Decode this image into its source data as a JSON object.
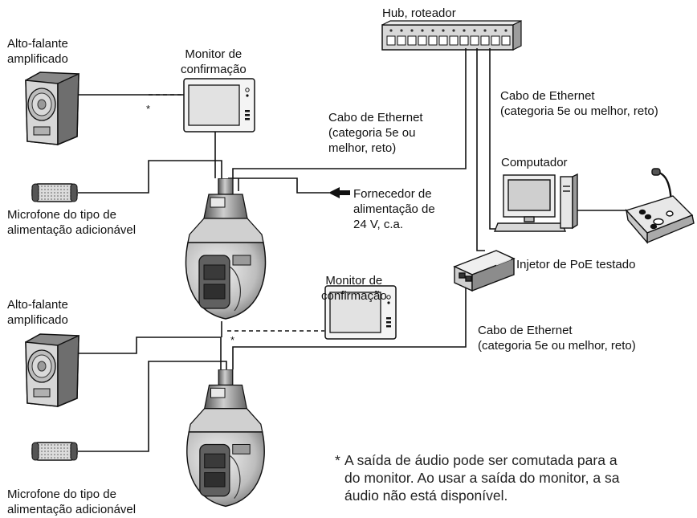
{
  "labels": {
    "hub": "Hub, roteador",
    "speaker_top": [
      "Alto-falante",
      "amplificado"
    ],
    "monitor_top": [
      "Monitor de",
      "confirmação"
    ],
    "ethernet_hub_right": [
      "Cabo de Ethernet",
      "(categoria 5e ou melhor, reto)"
    ],
    "ethernet_camera_top": [
      "Cabo de Ethernet",
      "(categoria 5e ou",
      "melhor, reto)"
    ],
    "computer": "Computador",
    "mic_top": [
      "Microfone do tipo de",
      "alimentação adicionável"
    ],
    "power_supply": [
      "Fornecedor de",
      "alimentação de",
      "24 V, c.a."
    ],
    "poe_injector": "Injetor de PoE testado",
    "monitor_bottom": [
      "Monitor de",
      "confirmação"
    ],
    "speaker_bottom": [
      "Alto-falante",
      "amplificado"
    ],
    "ethernet_poe": [
      "Cabo de Ethernet",
      "(categoria 5e ou melhor, reto)"
    ],
    "mic_bottom": [
      "Microfone do tipo de",
      "alimentação adicionável"
    ],
    "asterisk_top": "*",
    "asterisk_bottom": "*"
  },
  "footnote": {
    "star": "*",
    "lines": [
      "A saída de áudio pode ser comutada para a",
      "do monitor. Ao usar a saída do monitor, a sa",
      "áudio não está disponível."
    ]
  },
  "icons": [
    "hub-icon",
    "speaker-icon",
    "monitor-icon",
    "camera-icon",
    "microphone-icon",
    "computer-icon",
    "desk-microphone-icon",
    "poe-injector-icon",
    "arrow-left-icon"
  ]
}
